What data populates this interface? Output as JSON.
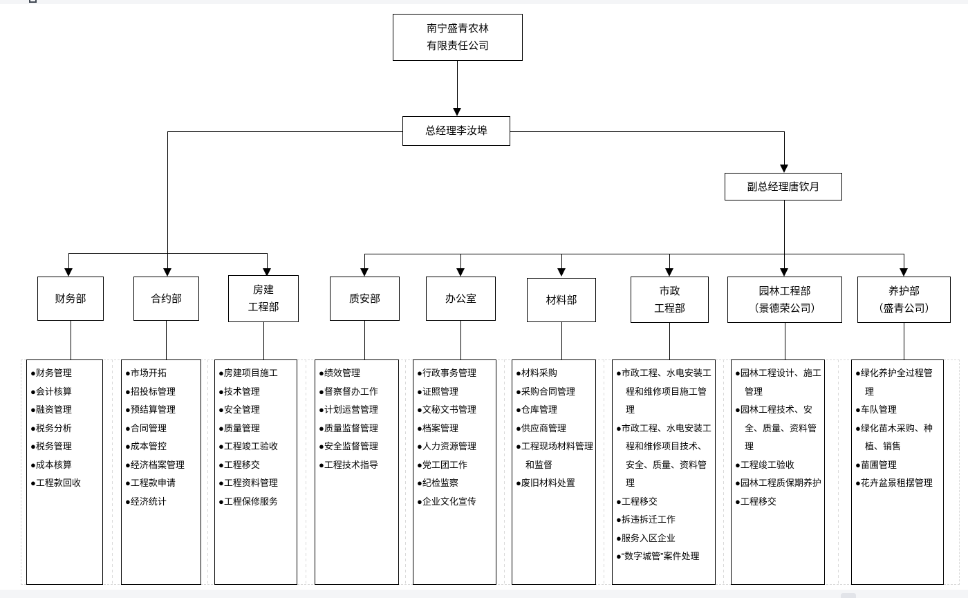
{
  "window": {
    "top_strip_color": "#f4f5f7",
    "bottom_strip_color": "#f4f5f7",
    "scroll_thumb_color": "#e2e4e9"
  },
  "chart": {
    "root": {
      "name": "南宁盛青农林\n有限责任公司"
    },
    "gm": {
      "name": "总经理李汝埠"
    },
    "dgm": {
      "name": "副总经理唐钦月"
    },
    "departments": [
      {
        "name": "财务部",
        "duties": [
          "财务管理",
          "会计核算",
          "融资管理",
          "税务分析",
          "税务管理",
          "成本核算",
          "工程款回收"
        ]
      },
      {
        "name": "合约部",
        "duties": [
          "市场开拓",
          "招投标管理",
          "预结算管理",
          "合同管理",
          "成本管控",
          "经济档案管理",
          "工程款申请",
          "经济统计"
        ]
      },
      {
        "name": "房建\n工程部",
        "duties": [
          "房建项目施工",
          "技术管理",
          "安全管理",
          "质量管理",
          "工程竣工验收",
          "工程移交",
          "工程资料管理",
          "工程保修服务"
        ]
      },
      {
        "name": "质安部",
        "duties": [
          "绩效管理",
          "督察督办工作",
          "计划运营管理",
          "质量监督管理",
          "安全监督管理",
          "工程技术指导"
        ]
      },
      {
        "name": "办公室",
        "duties": [
          "行政事务管理",
          "证照管理",
          "文秘文书管理",
          "档案管理",
          "人力资源管理",
          "党工团工作",
          "纪检监察",
          "企业文化宣传"
        ]
      },
      {
        "name": "材料部",
        "duties": [
          "材料采购",
          "采购合同管理",
          "仓库管理",
          "供应商管理",
          "工程现场材料管理和监督",
          "废旧材料处置"
        ]
      },
      {
        "name": "市政\n工程部",
        "duties": [
          "市政工程、水电安装工程和维修项目施工管理",
          "市政工程、水电安装工程和维修项目技术、安全、质量、资料管理",
          "工程移交",
          "拆违拆迁工作",
          "服务入区企业",
          "“数字城管”案件处理"
        ]
      },
      {
        "name": "园林工程部\n（景德荣公司）",
        "duties": [
          "园林工程设计、施工管理",
          "园林工程技术、安全、质量、资料管理",
          "工程竣工验收",
          "园林工程质保期养护",
          "工程移交"
        ]
      },
      {
        "name": "养护部\n（盛青公司）",
        "duties": [
          "绿化养护全过程管理",
          "车队管理",
          "绿化苗木采购、种植、销售",
          "苗圃管理",
          "花卉盆景租摆管理"
        ]
      }
    ]
  }
}
